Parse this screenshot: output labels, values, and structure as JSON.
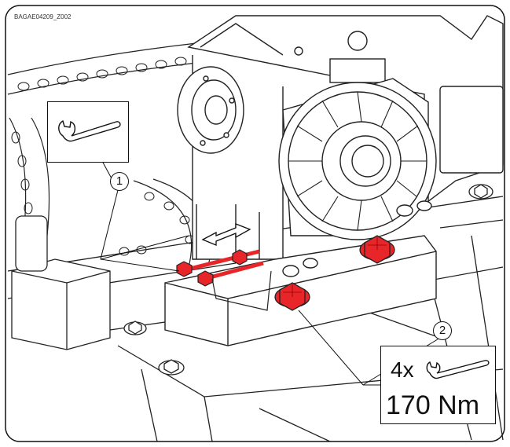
{
  "document": {
    "id_label": "BAGAE04209_Z002"
  },
  "callouts": [
    {
      "number": "1",
      "tool": "wrench-icon"
    },
    {
      "number": "2",
      "tool": "wrench-icon"
    }
  ],
  "torque_spec": {
    "count": "4x",
    "value": "170 Nm"
  },
  "colors": {
    "highlight": "#e8262a",
    "line": "#111111",
    "background": "#ffffff"
  }
}
